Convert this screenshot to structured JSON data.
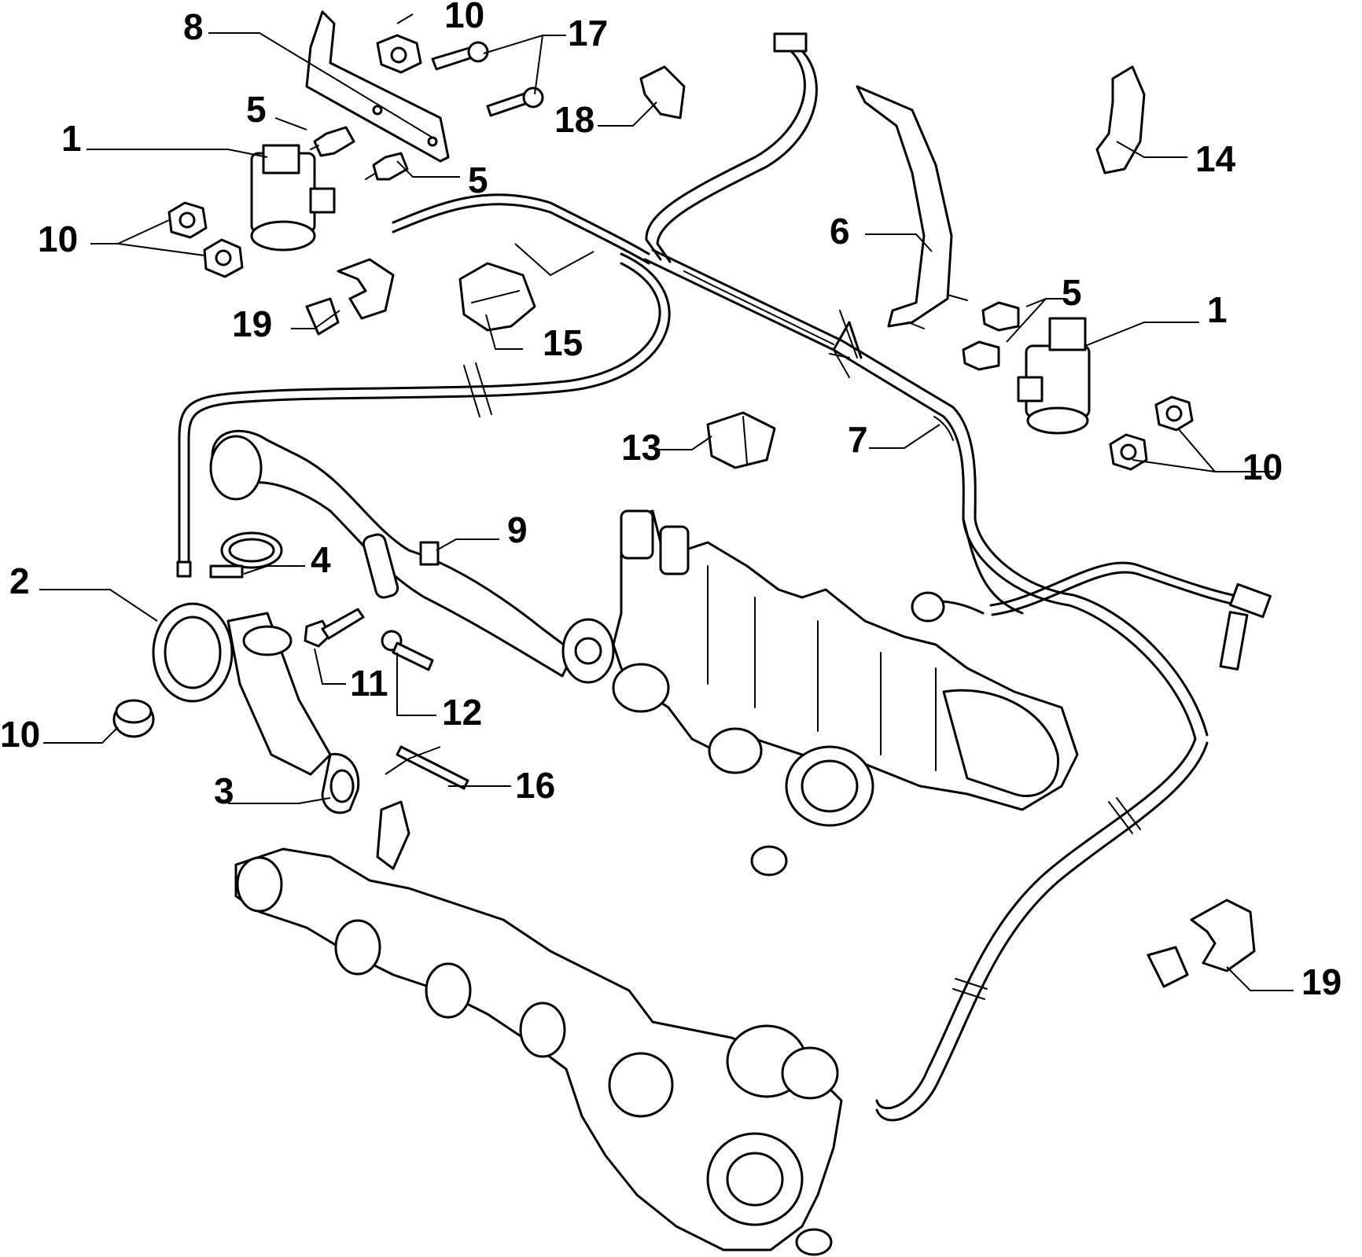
{
  "callouts": {
    "c1a": "1",
    "c1b": "1",
    "c2": "2",
    "c3": "3",
    "c4": "4",
    "c5a": "5",
    "c5b": "5",
    "c5c": "5",
    "c6": "6",
    "c7": "7",
    "c8": "8",
    "c9": "9",
    "c10a": "10",
    "c10b": "10",
    "c10c": "10",
    "c10d": "10",
    "c11": "11",
    "c12": "12",
    "c13": "13",
    "c14": "14",
    "c15": "15",
    "c16": "16",
    "c17": "17",
    "c18": "18",
    "c19a": "19",
    "c19b": "19"
  },
  "colors": {
    "line": "#000000",
    "background": "#ffffff"
  }
}
